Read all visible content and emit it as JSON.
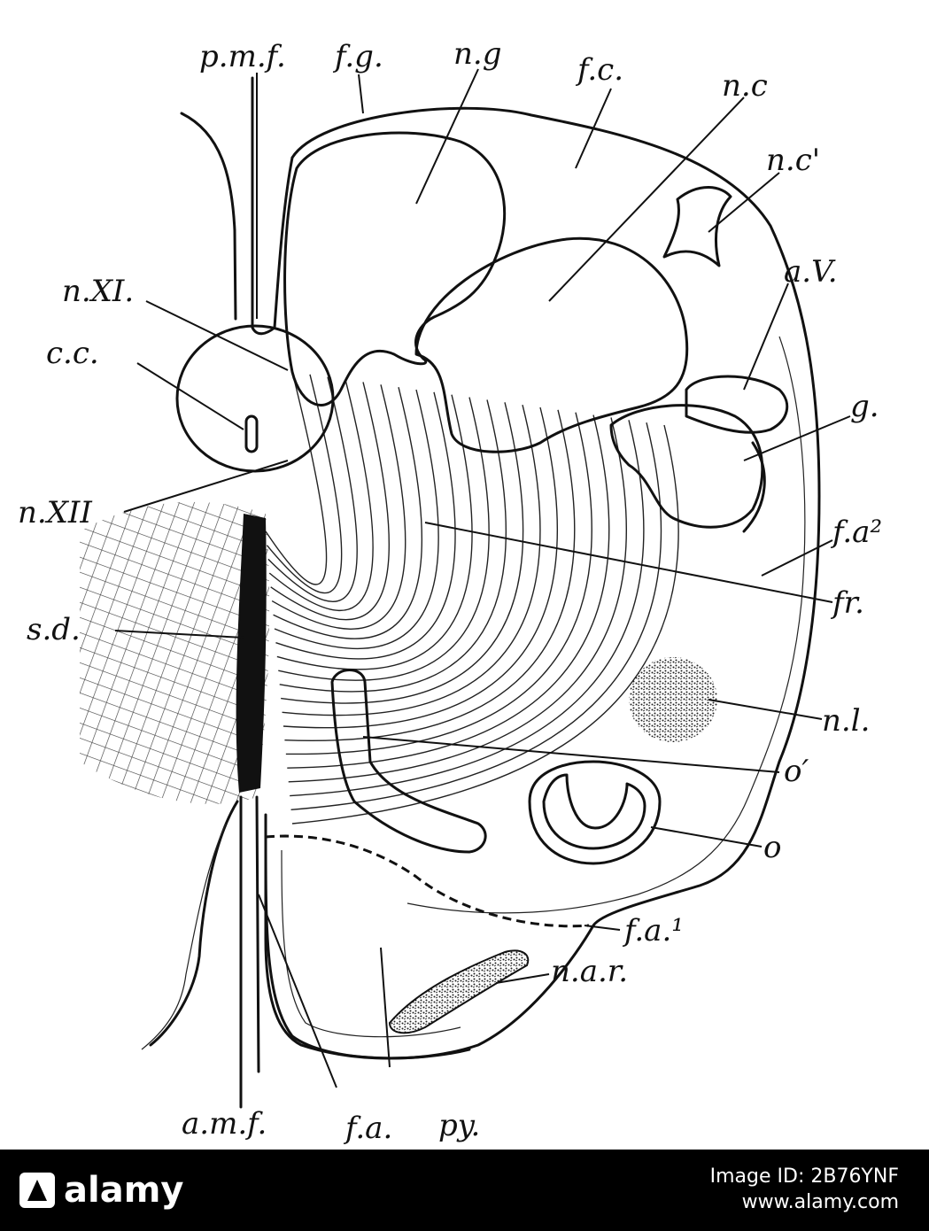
{
  "diagram": {
    "labels": {
      "pmf": "p.m.f.",
      "fg": "f.g.",
      "ng": "n.g",
      "fc": "f.c.",
      "nc": "n.c",
      "nc2": "n.c'",
      "aV": "a.V.",
      "nXI": "n.XI.",
      "cc": "c.c.",
      "g": "g.",
      "nXII": "n.XII",
      "fa2": "f.a²",
      "fr": "fr.",
      "sd": "s.d.",
      "nl": "n.l.",
      "o_prime": "o′",
      "o": "o",
      "fa1": "f.a.¹",
      "nar": "n.a.r.",
      "amf": "a.m.f.",
      "fa": "f.a.",
      "py": "py."
    }
  },
  "footer": {
    "brand": "alamy",
    "brand_icon": "alamy-triangle-logo",
    "image_id_label": "Image ID: 2B76YNF",
    "site": "www.alamy.com"
  },
  "colors": {
    "ink": "#111111",
    "footer_bg": "#000000",
    "footer_text": "#ffffff"
  }
}
